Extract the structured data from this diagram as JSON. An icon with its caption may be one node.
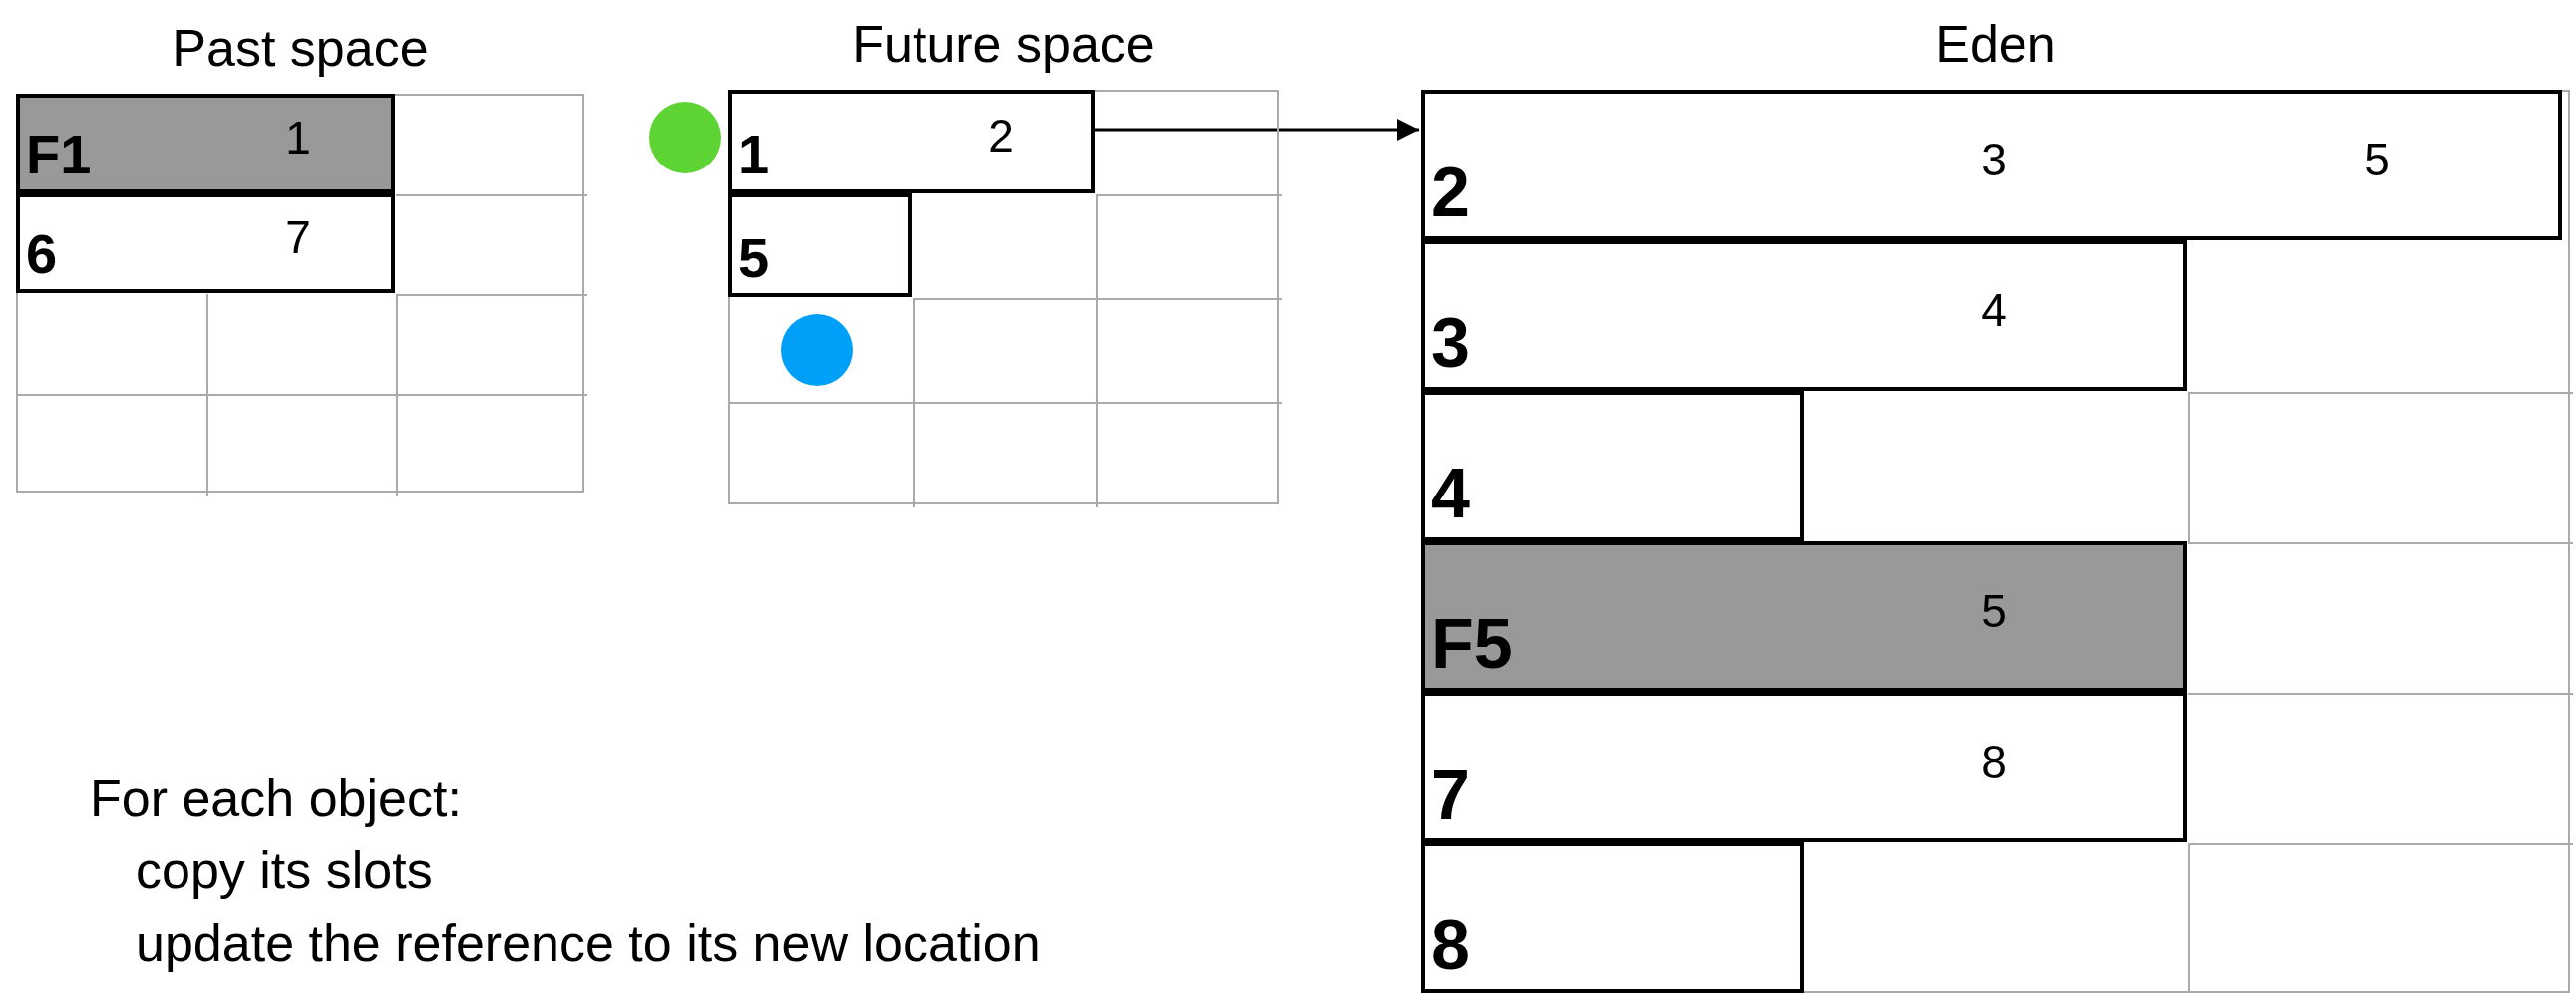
{
  "diagram": {
    "nodes": [
      {
        "text": [
          "Past space"
        ]
      },
      {
        "text": [
          "F1",
          "1"
        ],
        "in": 0
      },
      {
        "text": [
          "6",
          "7"
        ],
        "in": 0
      },
      {
        "text": [
          "Future space"
        ]
      },
      {
        "text": [
          "1",
          "2"
        ],
        "in": 3
      },
      {
        "text": [
          "5"
        ],
        "in": 3
      },
      {
        "text": [],
        "shape": "circle"
      },
      {
        "text": [],
        "shape": "circle",
        "in": 3
      },
      {
        "text": [
          "Eden"
        ]
      },
      {
        "text": [
          "2",
          "3",
          "5"
        ],
        "in": 8
      },
      {
        "text": [
          "3",
          "4"
        ],
        "in": 8
      },
      {
        "text": [
          "4"
        ],
        "in": 8
      },
      {
        "text": [
          "F5",
          "5"
        ],
        "in": 8
      },
      {
        "text": [
          "7",
          "8"
        ],
        "in": 8
      },
      {
        "text": [
          "8"
        ],
        "in": 8
      }
    ],
    "edges": [
      {
        "from": 4,
        "to": 9,
        "arrow": "to"
      }
    ],
    "labels": [
      "For each object:",
      "copy its slots",
      "update the reference to its new location"
    ]
  }
}
